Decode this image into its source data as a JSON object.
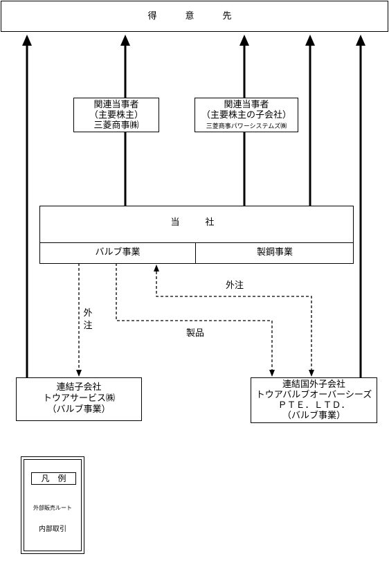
{
  "customer": {
    "label": "得　意　先"
  },
  "related_party_1": {
    "line1": "関連当事者",
    "line2": "（主要株主）",
    "line3": "三菱商事㈱"
  },
  "related_party_2": {
    "line1": "関連当事者",
    "line2": "（主要株主の子会社）",
    "line3": "三菱商事パワーシステムズ㈱"
  },
  "company": {
    "label": "当　社",
    "segment_valve": "バルブ事業",
    "segment_steel": "製鋼事業"
  },
  "flows": {
    "outsource_left": "外注",
    "outsource_right": "外注",
    "products": "製品"
  },
  "subsidiary_domestic": {
    "line1": "連結子会社",
    "line2": "トウアサービス㈱",
    "line3": "（バルブ事業）"
  },
  "subsidiary_foreign": {
    "line1": "連結国外子会社",
    "line2": "トウアバルブオーバーシーズ",
    "line3": "ＰＴＥ．ＬＴＤ．",
    "line4": "（バルブ事業）"
  },
  "legend": {
    "title": "凡　例",
    "external_route": "外部販売ルート",
    "internal_trade": "内部取引"
  }
}
